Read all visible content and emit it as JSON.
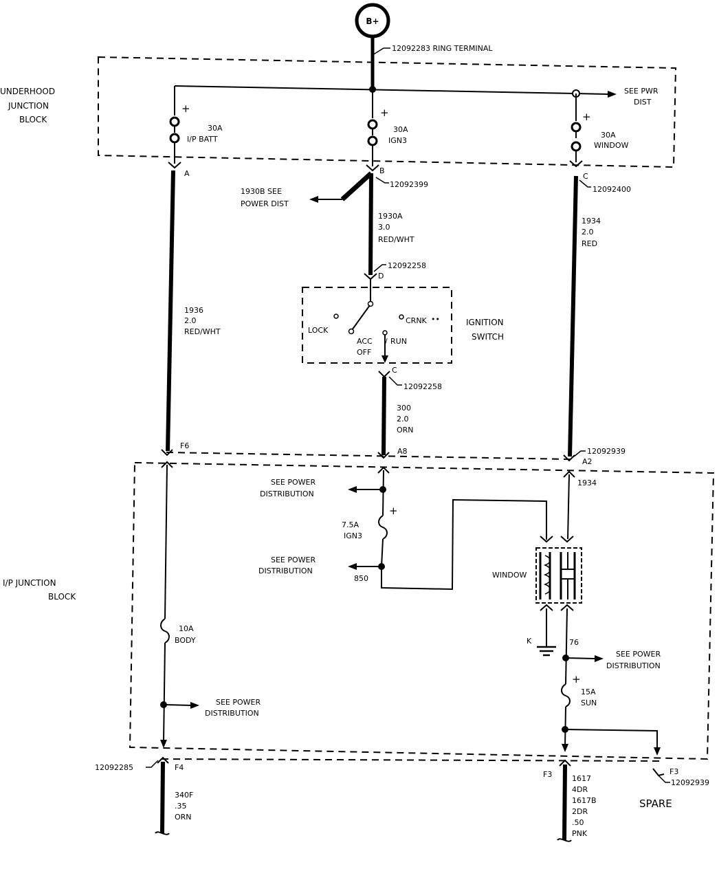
{
  "source": {
    "label": "B+"
  },
  "ring_terminal": "12092283 RING TERMINAL",
  "underhood_block": {
    "line1": "UNDERHOOD",
    "line2": "JUNCTION",
    "line3": "BLOCK"
  },
  "see_pwr_dist": {
    "line1": "SEE PWR",
    "line2": "DIST"
  },
  "fuses_top": [
    {
      "rating": "30A",
      "name": "I/P BATT",
      "plus": "+"
    },
    {
      "rating": "30A",
      "name": "IGN3",
      "plus": "+"
    },
    {
      "rating": "30A",
      "name": "WINDOW",
      "plus": "+"
    }
  ],
  "connectors": {
    "a": "A",
    "b": "B",
    "b_part": "12092399",
    "c_top": "C",
    "c_top_part": "12092400",
    "d": "D",
    "d_part": "12092258",
    "c_sw": "C",
    "c_sw_part": "12092258",
    "f6": "F6",
    "a8": "A8",
    "a2": "A2",
    "a2_part": "12092939",
    "f4": "F4",
    "f4_part": "12092285",
    "f3": "F3",
    "f3_spare": "F3",
    "f3_spare_part": "12092939",
    "spare": "SPARE"
  },
  "circuit_1930b": {
    "line1": "1930B SEE",
    "line2": "POWER DIST"
  },
  "wires": {
    "w1930a": {
      "num": "1930A",
      "gauge": "3.0",
      "color": "RED/WHT"
    },
    "w1934": {
      "num": "1934",
      "gauge": "2.0",
      "color": "RED"
    },
    "w1936": {
      "num": "1936",
      "gauge": "2.0",
      "color": "RED/WHT"
    },
    "w300": {
      "num": "300",
      "gauge": "2.0",
      "color": "ORN"
    },
    "w1934_ip": "1934",
    "w340f": {
      "num": "340F",
      "gauge": ".35",
      "color": "ORN"
    },
    "w1617": {
      "l1": "1617",
      "l2": "4DR",
      "l3": "1617B",
      "l4": "2DR",
      "l5": ".50",
      "l6": "PNK"
    }
  },
  "ignition_switch": {
    "title1": "IGNITION",
    "title2": "SWITCH",
    "lock": "LOCK",
    "crnk": "CRNK",
    "acc": "ACC",
    "off": "OFF",
    "run": "RUN"
  },
  "ip_block": {
    "line1": "I/P JUNCTION",
    "line2": "BLOCK"
  },
  "ip_fuses": [
    {
      "rating": "7.5A",
      "name": "IGN3",
      "plus": "+"
    },
    {
      "rating": "10A",
      "name": "BODY"
    },
    {
      "rating": "15A",
      "name": "SUN",
      "plus": "+"
    }
  ],
  "see_power": {
    "line1": "SEE POWER",
    "line2": "DISTRIBUTION"
  },
  "relay": {
    "name": "WINDOW",
    "k": "K"
  },
  "splices": {
    "s850": "850",
    "s76": "76"
  }
}
